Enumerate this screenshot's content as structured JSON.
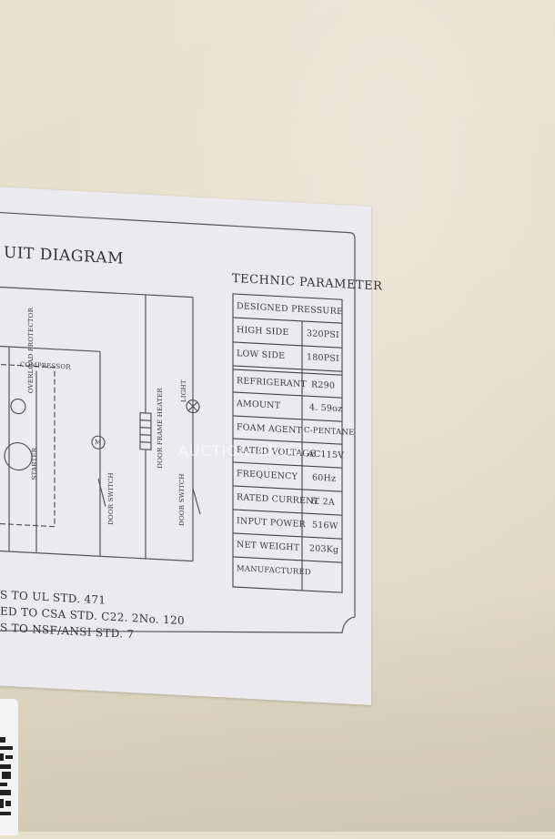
{
  "diagram": {
    "title": "UIT DIAGRAM",
    "labels": {
      "compressor": "COMPRESSOR",
      "overload": "OVERLOAD PROTECTOR",
      "starter": "STARTER",
      "door_switch": "DOOR SWITCH",
      "door_frame_heater": "DOOR FRAME HEATER",
      "light": "LIGHT",
      "door_switch_2": "DOOR SWITCH",
      "motor_letter": "M"
    }
  },
  "standards": [
    "S TO UL STD. 471",
    "ED TO CSA STD. C22. 2No. 120",
    "S TO NSF/ANSI STD. 7"
  ],
  "parameters": {
    "title": "TECHNIC  PARAMETER",
    "designed_pressure": "DESIGNED PRESSURE",
    "rows": [
      {
        "label": "HIGH SIDE",
        "value": "320PSI"
      },
      {
        "label": "LOW SIDE",
        "value": "180PSI"
      },
      {
        "label": "REFRIGERANT",
        "value": "R290"
      },
      {
        "label": "AMOUNT",
        "value": "4. 59oz"
      },
      {
        "label": "FOAM AGENT",
        "value": "C-PENTANE"
      },
      {
        "label": "RATED VOLTAGE",
        "value": "AC115V"
      },
      {
        "label": "FREQUENCY",
        "value": "60Hz"
      },
      {
        "label": "RATED CURRENT",
        "value": "6. 2A"
      },
      {
        "label": "INPUT POWER",
        "value": "516W"
      },
      {
        "label": "NET WEIGHT",
        "value": "203Kg"
      },
      {
        "label": "MANUFACTURED",
        "value": ""
      }
    ]
  },
  "watermark": "AUCTION GROUP"
}
